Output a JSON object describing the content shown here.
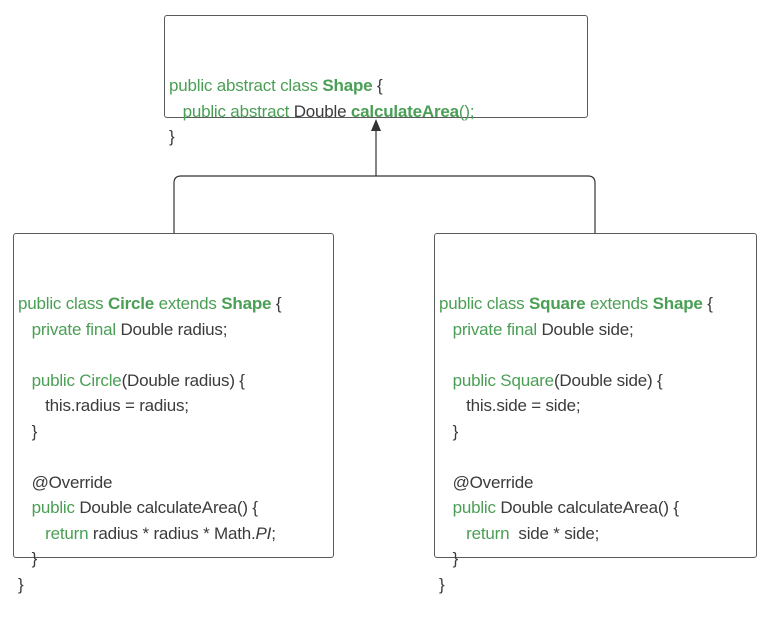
{
  "classes": [
    {
      "id": "shape",
      "lines": [
        [
          {
            "t": "public abstract class ",
            "s": "kw"
          },
          {
            "t": "Shape",
            "s": "hl"
          },
          {
            "t": " {",
            "s": ""
          }
        ],
        [
          {
            "t": "   public abstract ",
            "s": "kw"
          },
          {
            "t": "Double ",
            "s": ""
          },
          {
            "t": "calculateArea",
            "s": "hl"
          },
          {
            "t": "();",
            "s": "kw"
          }
        ],
        [
          {
            "t": "}",
            "s": ""
          }
        ]
      ]
    },
    {
      "id": "circle",
      "lines": [
        [
          {
            "t": "public class ",
            "s": "kw"
          },
          {
            "t": "Circle",
            "s": "hl"
          },
          {
            "t": " extends ",
            "s": "kw"
          },
          {
            "t": "Shape",
            "s": "hl"
          },
          {
            "t": " {",
            "s": ""
          }
        ],
        [
          {
            "t": "   private final ",
            "s": "kw"
          },
          {
            "t": "Double radius;",
            "s": ""
          }
        ],
        [],
        [
          {
            "t": "   public Circle",
            "s": "kw"
          },
          {
            "t": "(Double radius) {",
            "s": ""
          }
        ],
        [
          {
            "t": "      this.radius = radius;",
            "s": ""
          }
        ],
        [
          {
            "t": "   }",
            "s": ""
          }
        ],
        [],
        [
          {
            "t": "   @Override",
            "s": ""
          }
        ],
        [
          {
            "t": "   public ",
            "s": "kw"
          },
          {
            "t": "Double calculateArea() {",
            "s": ""
          }
        ],
        [
          {
            "t": "      return ",
            "s": "kw"
          },
          {
            "t": "radius * radius * Math.",
            "s": ""
          },
          {
            "t": "PI",
            "s": "it"
          },
          {
            "t": ";",
            "s": ""
          }
        ],
        [
          {
            "t": "   }",
            "s": ""
          }
        ],
        [
          {
            "t": "}",
            "s": ""
          }
        ]
      ]
    },
    {
      "id": "square",
      "lines": [
        [
          {
            "t": "public class ",
            "s": "kw"
          },
          {
            "t": "Square",
            "s": "hl"
          },
          {
            "t": " extends ",
            "s": "kw"
          },
          {
            "t": "Shape",
            "s": "hl"
          },
          {
            "t": " {",
            "s": ""
          }
        ],
        [
          {
            "t": "   private final ",
            "s": "kw"
          },
          {
            "t": "Double side;",
            "s": ""
          }
        ],
        [],
        [
          {
            "t": "   public Square",
            "s": "kw"
          },
          {
            "t": "(Double side) {",
            "s": ""
          }
        ],
        [
          {
            "t": "      this.side = side;",
            "s": ""
          }
        ],
        [
          {
            "t": "   }",
            "s": ""
          }
        ],
        [],
        [
          {
            "t": "   @Override",
            "s": ""
          }
        ],
        [
          {
            "t": "   public ",
            "s": "kw"
          },
          {
            "t": "Double calculateArea() {",
            "s": ""
          }
        ],
        [
          {
            "t": "      return ",
            "s": "kw"
          },
          {
            "t": " side * side;",
            "s": ""
          }
        ],
        [
          {
            "t": "   }",
            "s": ""
          }
        ],
        [
          {
            "t": "}",
            "s": ""
          }
        ]
      ]
    }
  ],
  "relationship": {
    "type": "inheritance",
    "from": [
      "Circle",
      "Square"
    ],
    "to": "Shape"
  },
  "colors": {
    "keyword": "#4a9f55",
    "text": "#3b3b3b",
    "border": "#5a5a5a",
    "connector": "#333333"
  }
}
